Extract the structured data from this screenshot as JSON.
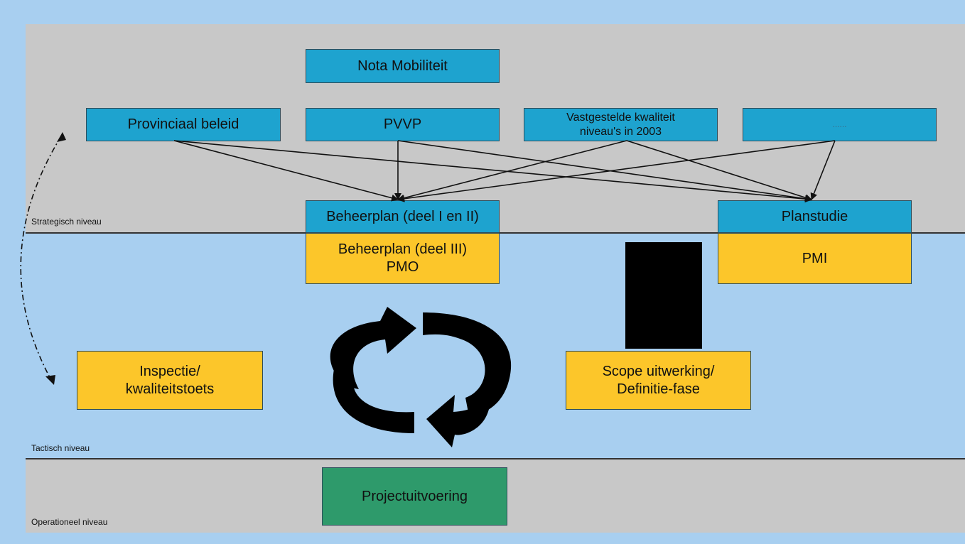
{
  "levels": {
    "strategic": "Strategisch niveau",
    "tactical": "Tactisch niveau",
    "operational": "Operationeel niveau"
  },
  "boxes": {
    "nota_mobiliteit": "Nota Mobiliteit",
    "provinciaal_beleid": "Provinciaal beleid",
    "pvvp": "PVVP",
    "kwaliteit_line1": "Vastgestelde kwaliteit",
    "kwaliteit_line2": "niveau's in 2003",
    "ellipsis": "......",
    "beheerplan_1_2": "Beheerplan (deel I en II)",
    "beheerplan_3_line1": "Beheerplan (deel III)",
    "beheerplan_3_line2": "PMO",
    "planstudie": "Planstudie",
    "pmi": "PMI",
    "inspectie_line1": "Inspectie/",
    "inspectie_line2": "kwaliteitstoets",
    "scope_line1": "Scope uitwerking/",
    "scope_line2": "Definitie-fase",
    "projectuitvoering": "Projectuitvoering"
  },
  "colors": {
    "frame": "#a8cff0",
    "grey_band": "#c8c8c8",
    "blue_box": "#1ea3cf",
    "yellow_box": "#fcc62a",
    "green_box": "#2e9a6b"
  }
}
